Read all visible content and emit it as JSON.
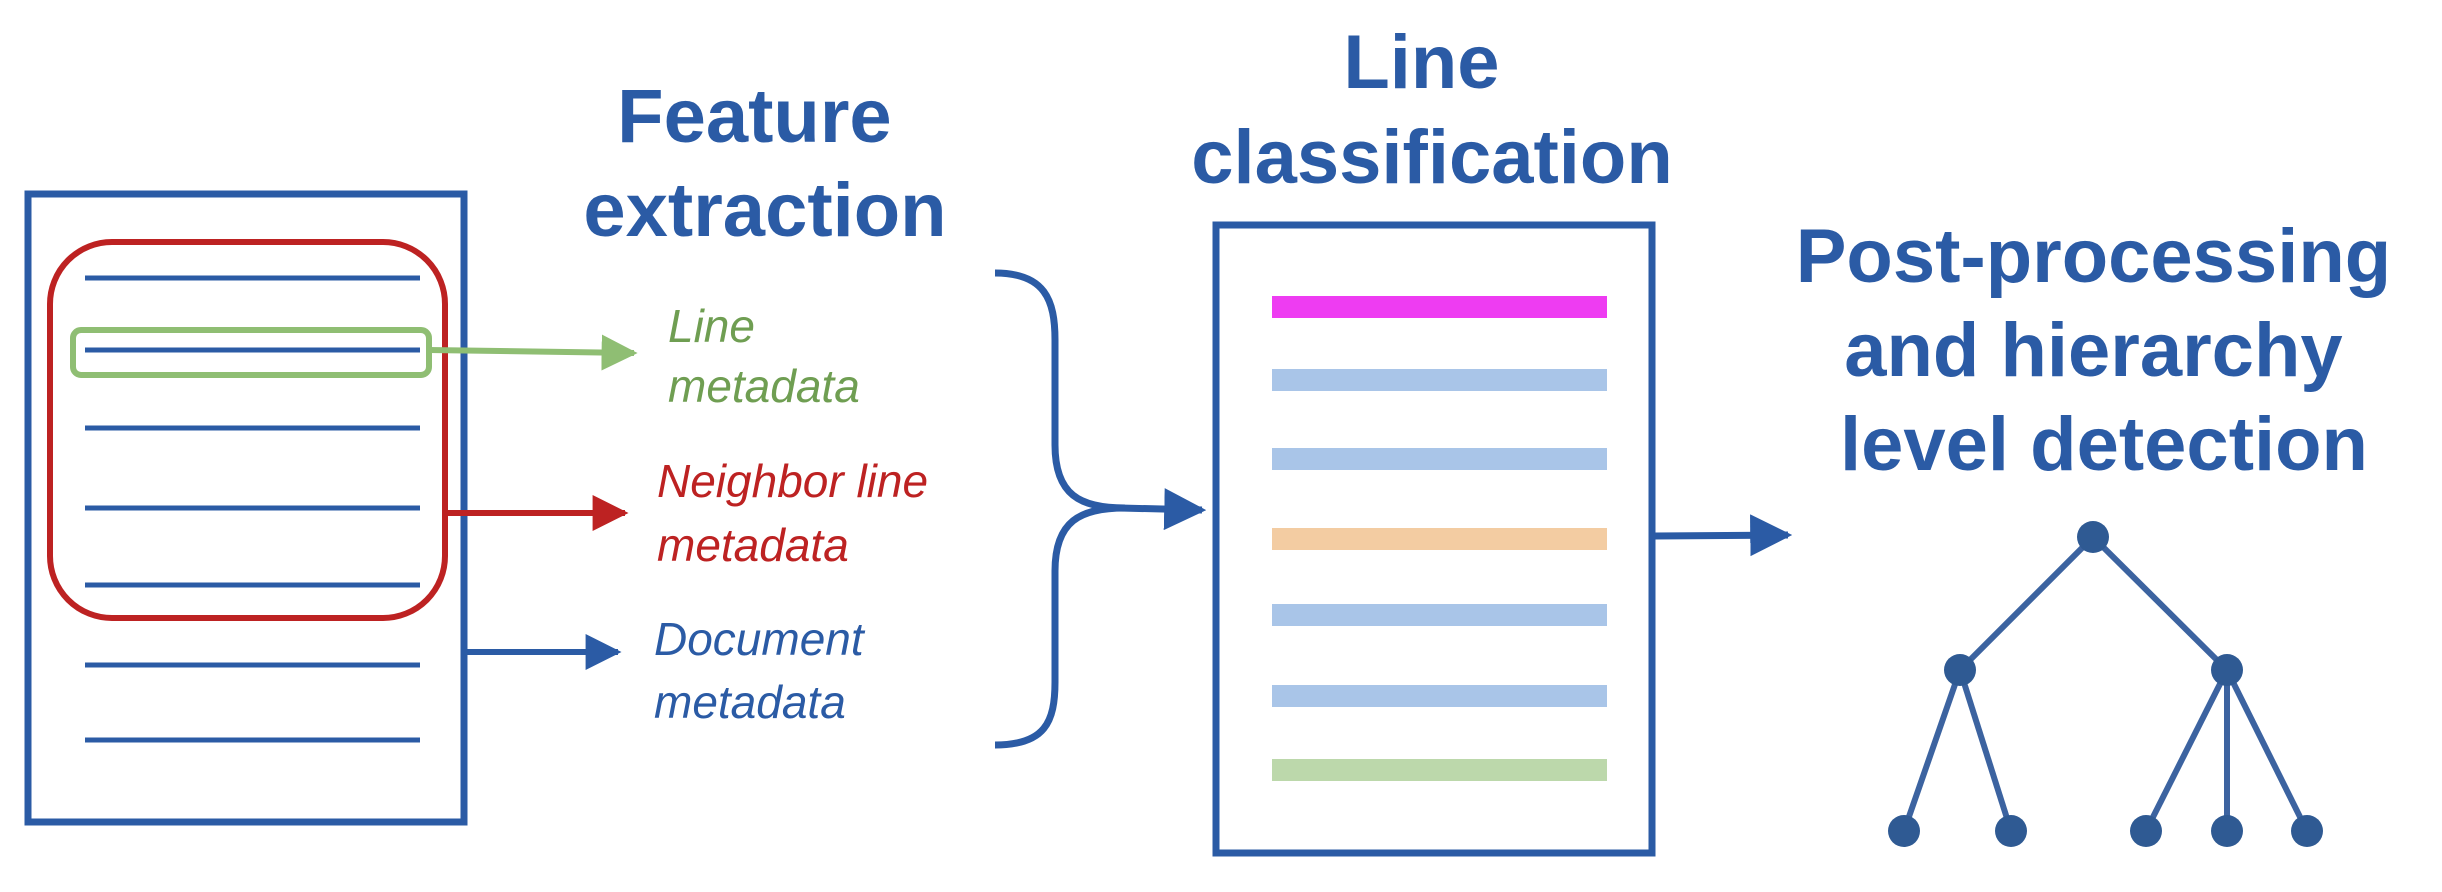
{
  "colors": {
    "blue": "#2b5ba5",
    "red": "#bd2222",
    "green": "#8fbe73",
    "green_text": "#6f9e52",
    "magenta": "#ee3cf2",
    "light_blue": "#a9c5e8",
    "orange": "#f3ccA2",
    "light_green": "#bcd8ab",
    "tree_node": "#2f5a93"
  },
  "titles": {
    "feature_extraction": [
      "Feature",
      "extraction"
    ],
    "line_classification": [
      "Line",
      "classification"
    ],
    "post_processing": [
      "Post-processing",
      "and hierarchy",
      "level detection"
    ]
  },
  "labels": {
    "line_metadata": [
      "Line",
      "metadata"
    ],
    "neighbor_metadata": [
      "Neighbor line",
      "metadata"
    ],
    "document_metadata": [
      "Document",
      "metadata"
    ]
  }
}
